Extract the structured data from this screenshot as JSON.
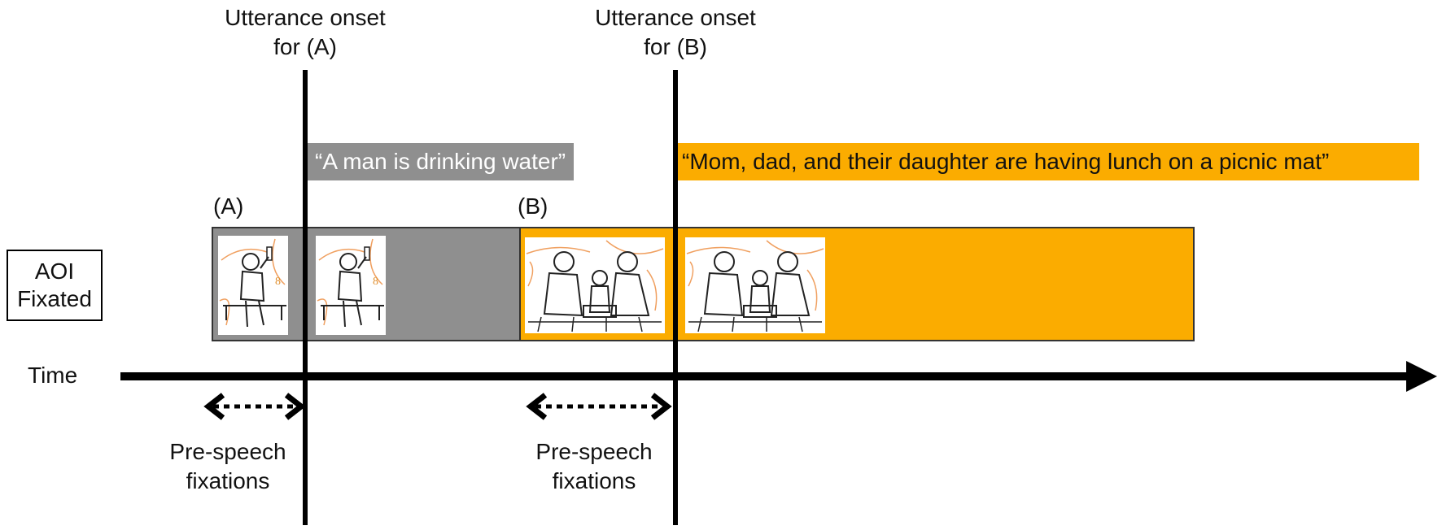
{
  "onset_a": {
    "line1": "Utterance onset",
    "line2": "for (A)"
  },
  "onset_b": {
    "line1": "Utterance onset",
    "line2": "for (B)"
  },
  "utterance_a": "“A man is drinking water”",
  "utterance_b": "“Mom, dad, and their daughter are having lunch on a picnic mat”",
  "panel_a_label": "(A)",
  "panel_b_label": "(B)",
  "aoi_label": {
    "line1": "AOI",
    "line2": "Fixated"
  },
  "time_label": "Time",
  "pre_speech_a": {
    "line1": "Pre-speech",
    "line2": "fixations"
  },
  "pre_speech_b": {
    "line1": "Pre-speech",
    "line2": "fixations"
  },
  "colors": {
    "aoi_a": "#8f8f8f",
    "aoi_b": "#fbac00",
    "sketch_accent": "#f0a060",
    "line": "#000000"
  },
  "icons": {
    "thumb_a": "man-drinking-water-sketch",
    "thumb_b": "family-picnic-sketch"
  }
}
